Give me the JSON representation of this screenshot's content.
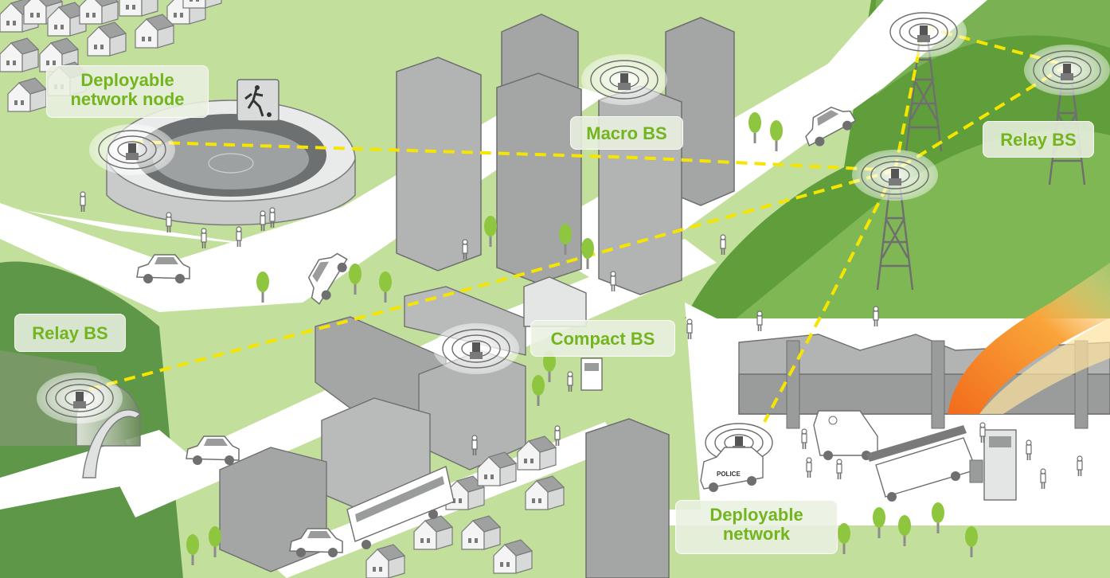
{
  "labels": {
    "deployable_node_line1": "Deployable",
    "deployable_node_line2": "network node",
    "macro_bs": "Macro BS",
    "relay_bs_right": "Relay BS",
    "relay_bs_left": "Relay BS",
    "compact_bs": "Compact BS",
    "deployable_network_line1": "Deployable",
    "deployable_network_line2": "network"
  },
  "signs": {
    "police": "POLICE"
  },
  "colors": {
    "grass": "#c3df9c",
    "hill": "#5f9e3a",
    "road": "#ffffff",
    "building": "#a4a6a6",
    "building_dark": "#7e8080",
    "window": "#f4f4f4",
    "link": "#f6e500",
    "label_text": "#72b51e",
    "fire": "#f57b1e"
  },
  "links_style": "dashed"
}
